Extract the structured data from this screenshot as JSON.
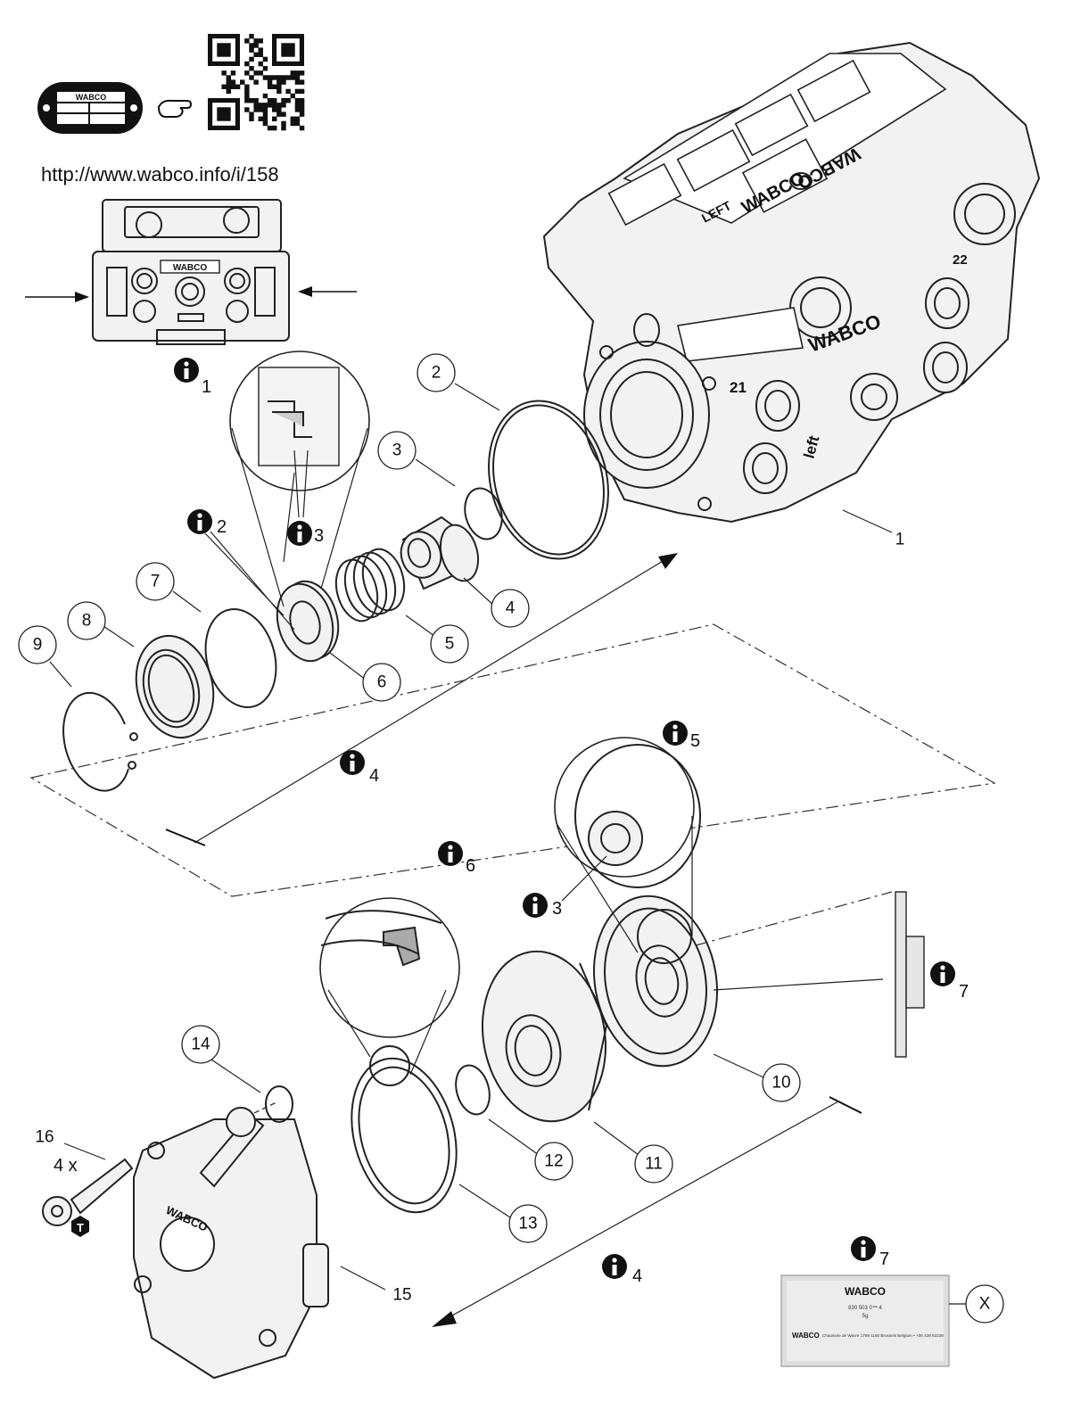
{
  "header": {
    "nameplate_brand": "WABCO",
    "url": "http://www.wabco.info/i/158"
  },
  "info_markers": [
    {
      "id": "i1",
      "sub": "1"
    },
    {
      "id": "i2",
      "sub": "2"
    },
    {
      "id": "i3a",
      "sub": "3"
    },
    {
      "id": "i4a",
      "sub": "4"
    },
    {
      "id": "i5",
      "sub": "5"
    },
    {
      "id": "i6",
      "sub": "6"
    },
    {
      "id": "i3b",
      "sub": "3"
    },
    {
      "id": "i7a",
      "sub": "7"
    },
    {
      "id": "i4b",
      "sub": "4"
    },
    {
      "id": "i7b",
      "sub": "7"
    }
  ],
  "callouts": [
    "1",
    "2",
    "3",
    "4",
    "5",
    "6",
    "7",
    "8",
    "9",
    "10",
    "11",
    "12",
    "13",
    "14",
    "15",
    "16",
    "X"
  ],
  "quantity_label": "4 x",
  "tool_symbol": "T",
  "sachet": {
    "brand": "WABCO",
    "code": "830 503 0™ 4",
    "weight": "5g",
    "footer_brand": "WABCO",
    "footer_text": "Chaussée de Wavre 1789 1160 Brussels Belgium • +00 438 92228"
  },
  "housing_labels": {
    "brand": "WABCO",
    "left": "LEFT",
    "left_lower": "left",
    "port_21": "21",
    "port_22": "22"
  },
  "cover_brand": "WABCO",
  "colors": {
    "line": "#222222",
    "background": "#ffffff",
    "sachet": "#dedede"
  }
}
